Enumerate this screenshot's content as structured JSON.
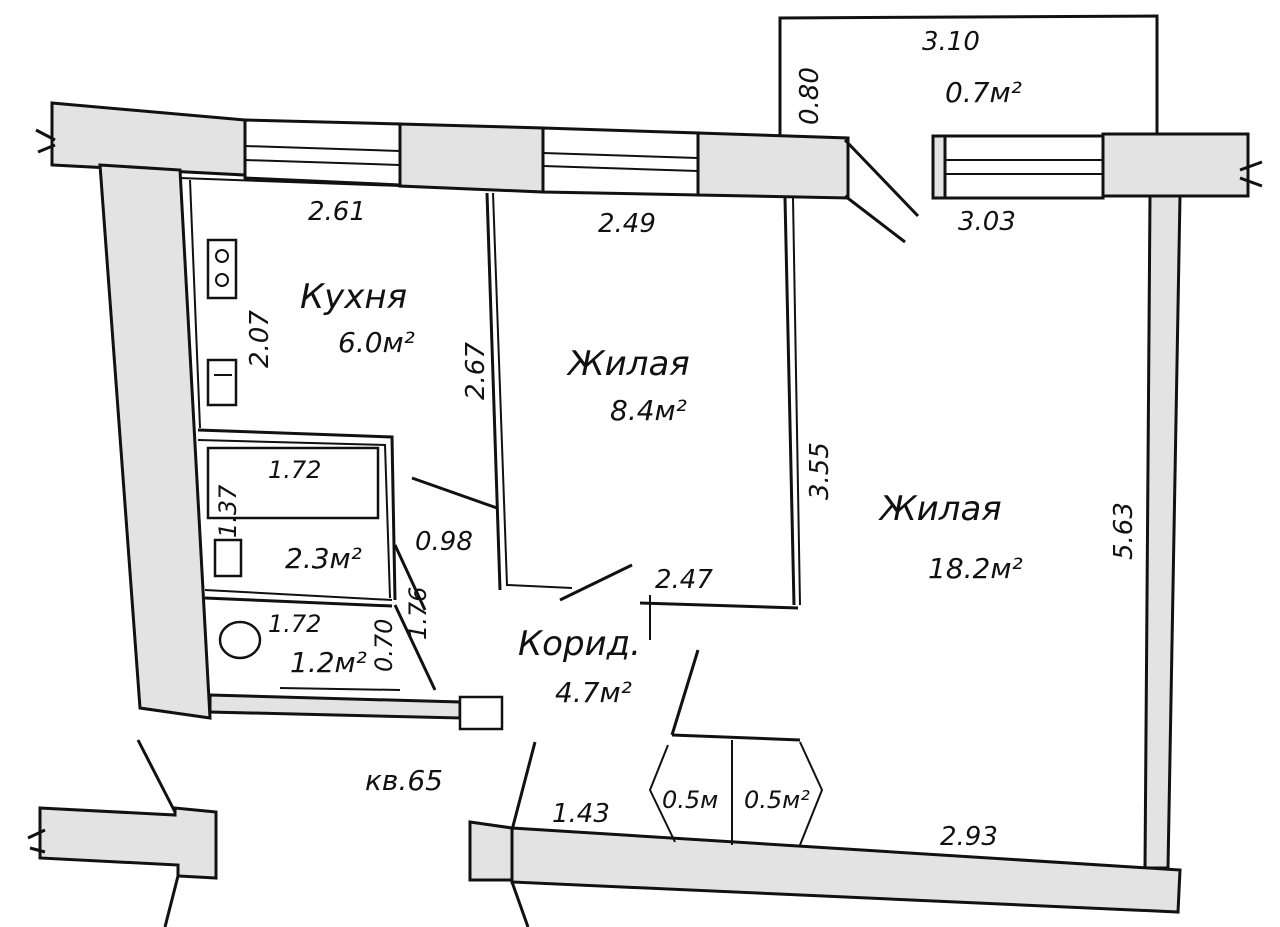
{
  "rooms": {
    "kitchen": {
      "name": "Кухня",
      "area": "6.0м²"
    },
    "living_small": {
      "name": "Жилая",
      "area": "8.4м²"
    },
    "living_large": {
      "name": "Жилая",
      "area": "18.2м²"
    },
    "balcony": {
      "area": "0.7м²"
    },
    "bathroom": {
      "area": "2.3м²"
    },
    "toilet": {
      "area": "1.2м²"
    },
    "corridor": {
      "name": "Корид.",
      "area": "4.7м²"
    },
    "closet_left": {
      "area": "0.5м"
    },
    "closet_right": {
      "area": "0.5м²"
    }
  },
  "dimensions": {
    "kitchen_top": "2.61",
    "living_small_top": "2.49",
    "living_large_top": "3.03",
    "balcony_width": "3.10",
    "balcony_depth": "0.80",
    "kitchen_stove_side": "2.07",
    "kitchen_partition": "2.67",
    "living_small_side": "3.55",
    "living_small_bottom": "2.47",
    "living_large_side": "5.63",
    "living_large_bottom": "2.93",
    "bathroom_width": "1.72",
    "bathroom_depth": "1.37",
    "bath_door": "0.98",
    "toilet_width": "1.72",
    "toilet_depth": "0.70",
    "corridor_side": "1.76",
    "entrance_width": "1.43"
  },
  "apartment_label": "кв.65",
  "fixtures": {
    "stove_icon": "stove-icon",
    "sink_icon": "sink-icon",
    "bathtub_icon": "bathtub-icon",
    "toilet_icon": "toilet-icon",
    "shaft_icon": "vent-shaft-icon"
  }
}
